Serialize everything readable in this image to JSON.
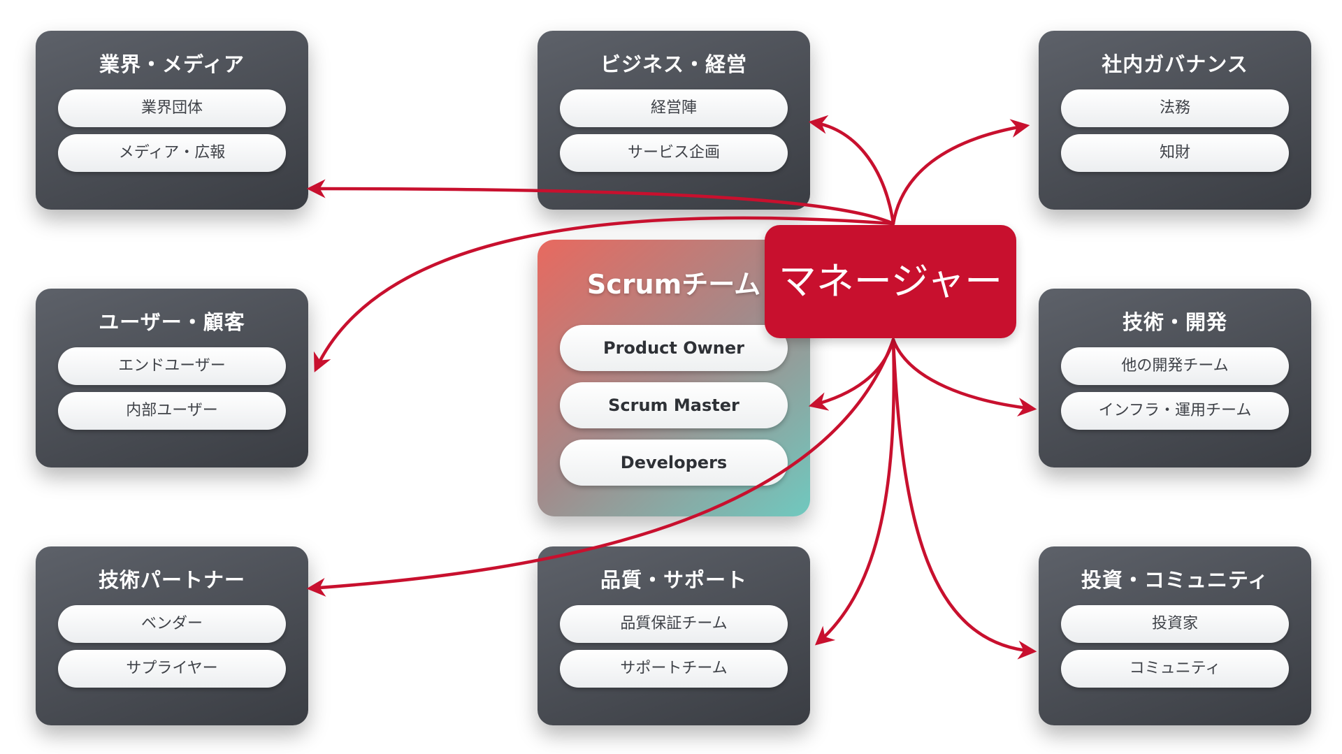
{
  "colors": {
    "accent": "#c8102e",
    "card_dark": "#3a3d43",
    "card_light": "#5d6169",
    "scrum_gradient_start": "#e8695f",
    "scrum_gradient_end": "#6fc9bf"
  },
  "groups": {
    "industry_media": {
      "title": "業界・メディア",
      "items": [
        "業界団体",
        "メディア・広報"
      ]
    },
    "business": {
      "title": "ビジネス・経営",
      "items": [
        "経営陣",
        "サービス企画"
      ]
    },
    "governance": {
      "title": "社内ガバナンス",
      "items": [
        "法務",
        "知財"
      ]
    },
    "users": {
      "title": "ユーザー・顧客",
      "items": [
        "エンドユーザー",
        "内部ユーザー"
      ]
    },
    "tech_dev": {
      "title": "技術・開発",
      "items": [
        "他の開発チーム",
        "インフラ・運用チーム"
      ]
    },
    "tech_partners": {
      "title": "技術パートナー",
      "items": [
        "ベンダー",
        "サプライヤー"
      ]
    },
    "quality_support": {
      "title": "品質・サポート",
      "items": [
        "品質保証チーム",
        "サポートチーム"
      ]
    },
    "invest_community": {
      "title": "投資・コミュニティ",
      "items": [
        "投資家",
        "コミュニティ"
      ]
    }
  },
  "scrum_team": {
    "title": "Scrumチーム",
    "roles": [
      "Product Owner",
      "Scrum Master",
      "Developers"
    ]
  },
  "manager": {
    "label": "マネージャー"
  }
}
